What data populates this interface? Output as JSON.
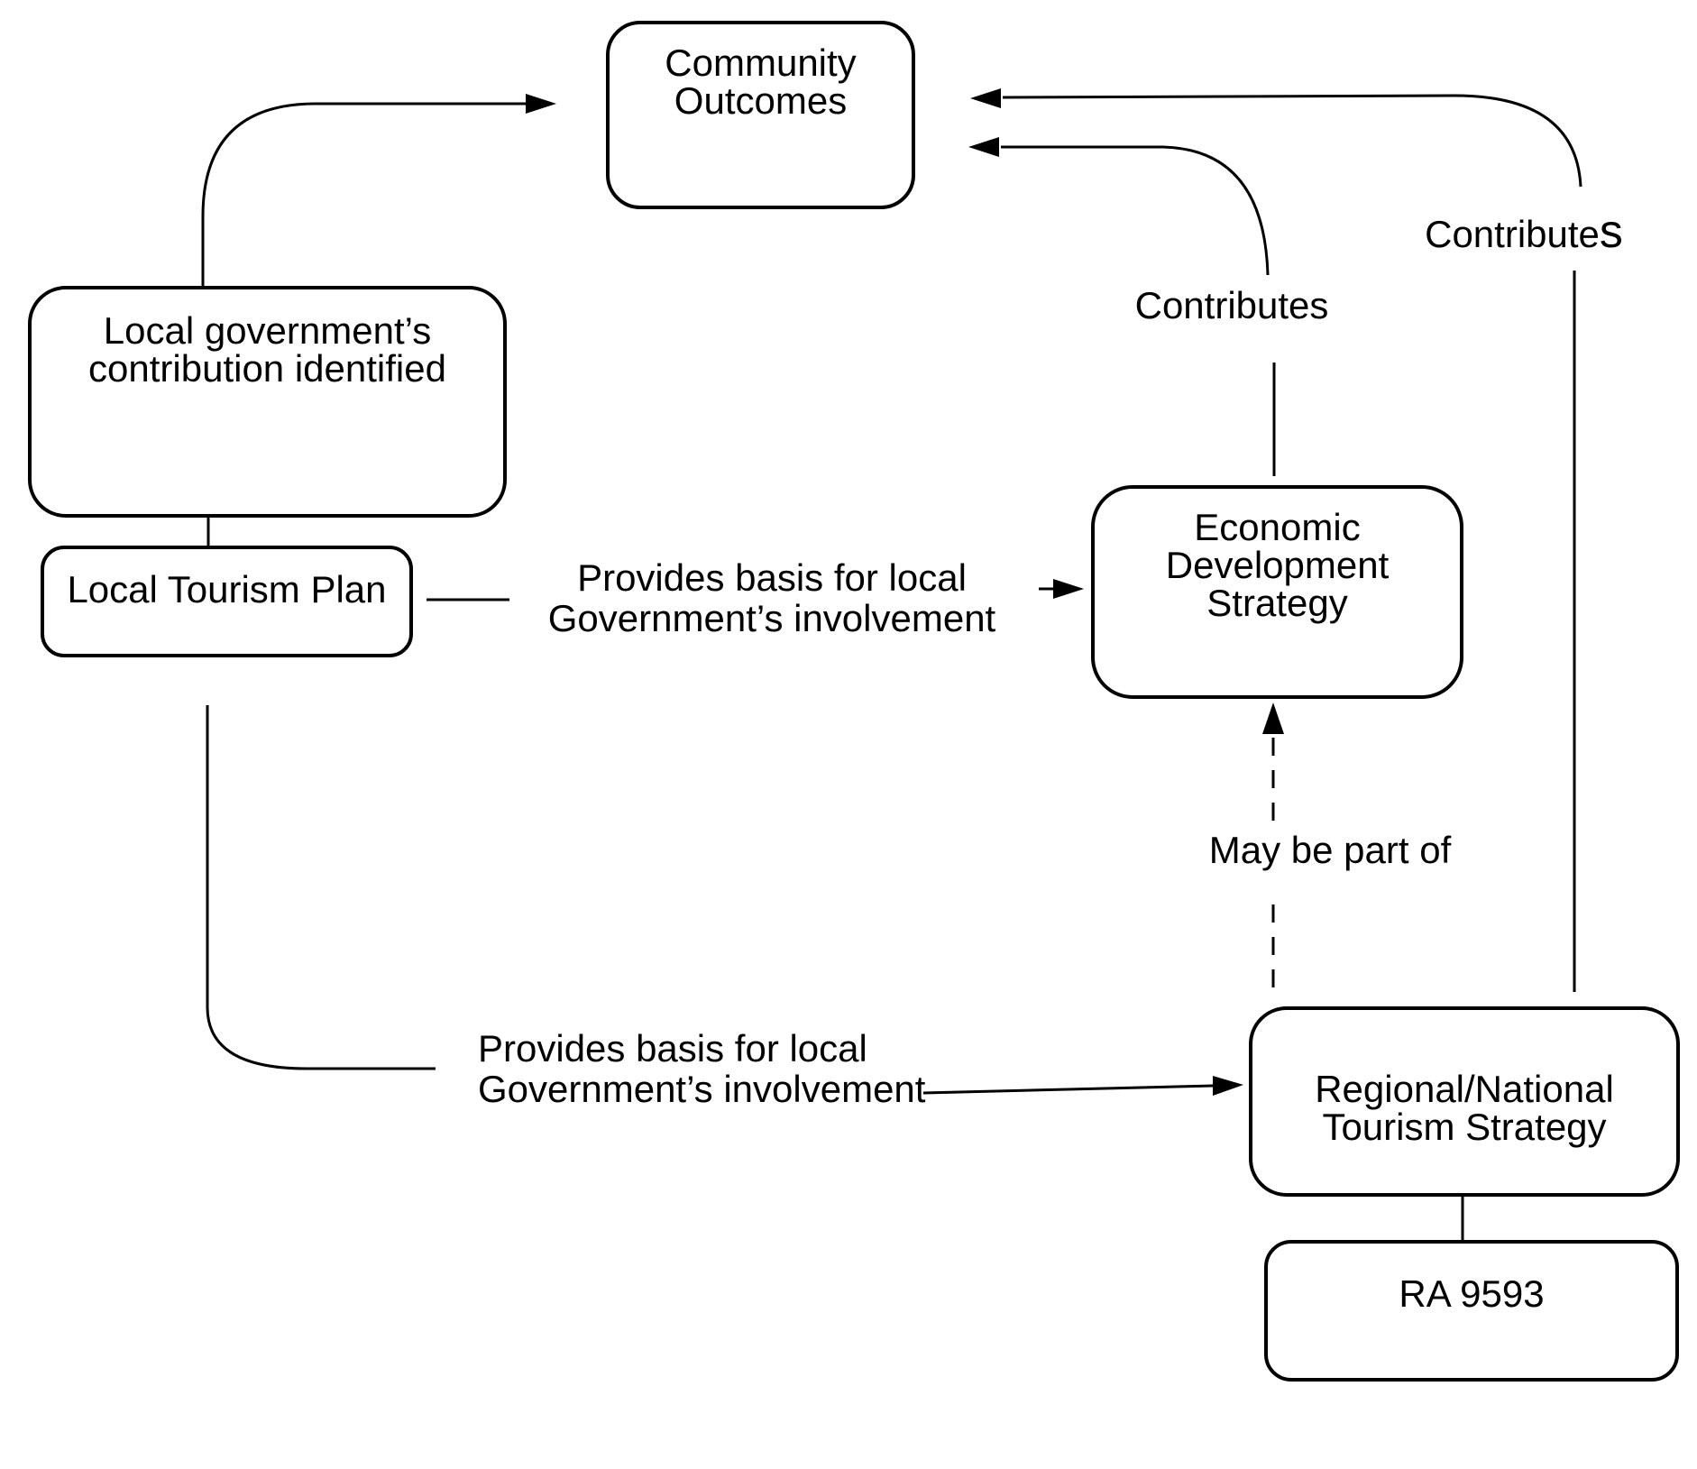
{
  "nodes": {
    "community_outcomes": {
      "lines": [
        "Community",
        "Outcomes"
      ]
    },
    "local_govt_contribution": {
      "lines": [
        "Local government’s",
        "contribution identified"
      ]
    },
    "local_tourism_plan": {
      "lines": [
        "Local Tourism Plan"
      ]
    },
    "economic_development_strategy": {
      "lines": [
        "Economic",
        "Development",
        "Strategy"
      ]
    },
    "regional_national_tourism_strategy": {
      "lines": [
        "Regional/National",
        "Tourism Strategy"
      ]
    },
    "ra_9593": {
      "lines": [
        "RA 9593"
      ]
    }
  },
  "edge_labels": {
    "contributes_left": "Contributes",
    "contributes_right": {
      "main": "Contribute",
      "suffix": "s"
    },
    "may_be_part_of": "May be part of",
    "provides_basis_mid": {
      "lines": [
        "Provides basis for local",
        "Government’s involvement"
      ]
    },
    "provides_basis_bottom": {
      "lines": [
        "Provides basis for local",
        "Government’s involvement"
      ]
    }
  },
  "colors": {
    "stroke": "#000000",
    "background": "#ffffff",
    "text": "#000000"
  }
}
